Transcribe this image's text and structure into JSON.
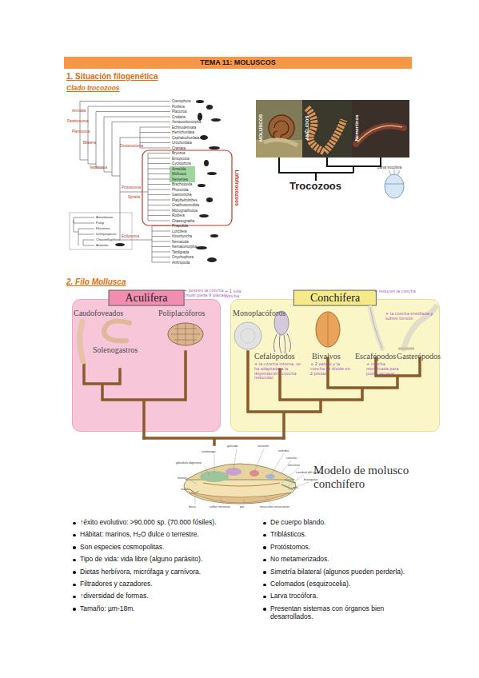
{
  "diagram": {
    "title": "TEMA 11: MOLUSCOS",
    "nodes": [
      {
        "text": [
          "Aculifera"
        ]
      },
      {
        "text": [
          "Conchifera"
        ]
      }
    ],
    "labels": [
      "1. Situación filogenética",
      "Clado trocozoos",
      "Ctenophora",
      "Porifera",
      "Placozoa",
      "Cnidaria",
      "Xenacoelomorpha",
      "Echinodermata",
      "Hemichordata",
      "Cephalochordata",
      "Urochordata",
      "Craniata",
      "Bryozoa",
      "Entoprocta",
      "Cycliophora",
      "Annelida",
      "Mollusca",
      "Nemertea",
      "Brachiopoda",
      "Phoronida",
      "Gastrotricha",
      "Platyhelminthes",
      "Gnathostomulida",
      "Micrognathozoa",
      "Rotifera",
      "Chaetognatha",
      "Priapulida",
      "Loricifera",
      "Kinorhyncha",
      "Nematoda",
      "Nematomorpha",
      "Tardigrada",
      "Onychophora",
      "Arthropoda",
      "Animalia",
      "Parahoxozoa",
      "Planulozoa",
      "Bilateria",
      "Deuterostomia",
      "Nephrozoa",
      "Protostomia",
      "Spiralia",
      "Ecdysozoa",
      "Lofotrocozoos",
      "Amoebozoa",
      "Fungi",
      "Filasterea",
      "Ichthyosporea",
      "Choanoflagellata",
      "Animalia",
      "MOLUSCOS",
      "ANÉLIDOS",
      "Nemertinos",
      "Trocozoos",
      "Larva trocófora",
      "2. Filo Mollusca",
      "Caudofoveados",
      "Solenogastros",
      "Poliplacóforos",
      "Monoplacóforos",
      "Cefalópodos",
      "Bivalvos",
      "Escafópodos",
      "Gasterópodos",
      "+ poseen la concha (multi pieza 8 placas)",
      "+ 1 sola concha",
      "+ reducen la concha",
      "+ la concha interna, se ha adaptado a la depredación (concha reducida)",
      "+ 2 valvas y la concha se divide en 2 piezas",
      "+ concha modificada para poder excavar",
      "+ la concha enrollada y sufren torsión",
      "gónada",
      "estómago",
      "corazón",
      "nefridio",
      "glándula digestiva",
      "concha",
      "manto",
      "intestino",
      "cavidad del manto",
      "branquias",
      "ano",
      "rádula",
      "boca",
      "collar nervioso",
      "pie",
      "músculos retractores",
      "Modelo de molusco conchífero",
      "↑éxito evolutivo: >90.000 sp. (70.000 fósiles).",
      "Hábitat: marinos, H₂O dulce o terrestre.",
      "Son especies cosmopolitas.",
      "Tipo de vida: vida libre (alguno parásito).",
      "Dietas herbívora, micrófaga y carnívora.",
      "Filtradores y cazadores.",
      "↑diversidad de formas.",
      "Tamaño: µm-18m.",
      "De cuerpo blando.",
      "Triblásticos.",
      "Protóstomos.",
      "No metamerizados.",
      "Simetría bilateral (algunos pueden perderla).",
      "Celomados (esquizocelia).",
      "Larva trocófora.",
      "Presentan sistemas con órganos bien desarrollados."
    ]
  }
}
